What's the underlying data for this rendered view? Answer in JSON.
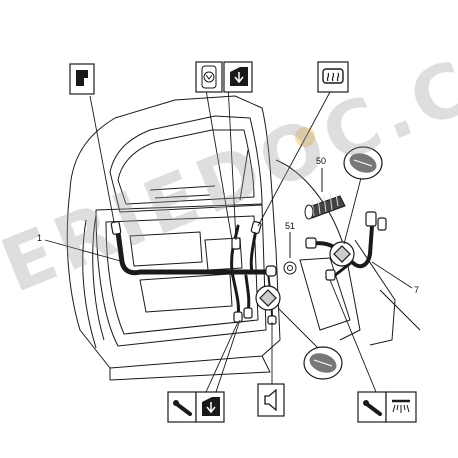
{
  "callouts": {
    "harness": "1",
    "connector_7": "7",
    "grommet_50": "50",
    "clip_51": "51"
  },
  "watermark": {
    "text": "ERIEDOC.COM",
    "color": "#b4b4b4"
  },
  "colors": {
    "line": "#1a1a1a",
    "accent": "#f5c15a"
  },
  "icons": [
    "door-lock-switch-icon",
    "mirror-control-icon",
    "window-switch-icon",
    "rear-defrost-icon",
    "connector-detail-icon",
    "wire-connector-icon",
    "speaker-icon",
    "courtesy-light-icon"
  ]
}
